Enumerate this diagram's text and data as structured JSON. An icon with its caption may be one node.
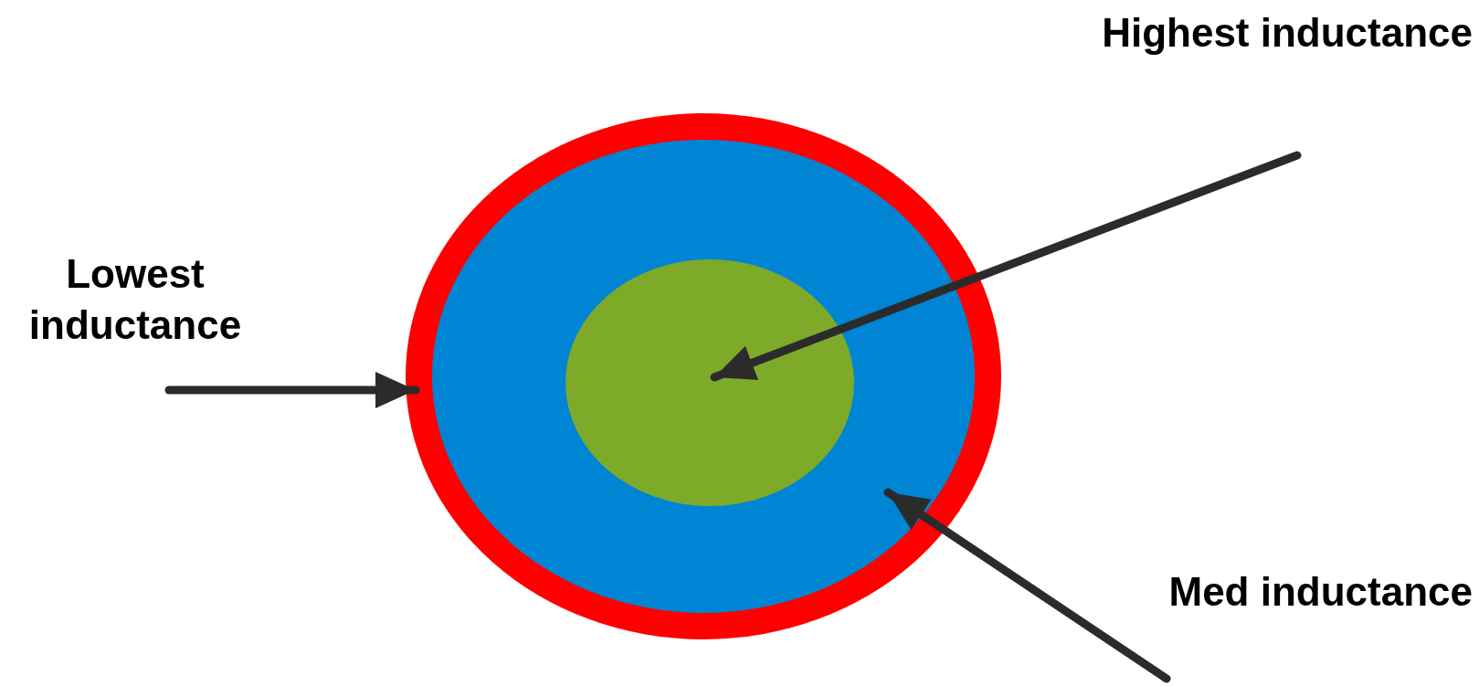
{
  "diagram": {
    "nodes": [
      {
        "text": [
          "Highest inductance"
        ]
      },
      {
        "text": [
          "Lowest inductance"
        ]
      },
      {
        "text": [],
        "shape": "circle"
      },
      {
        "text": [],
        "shape": "circle",
        "in": 2
      },
      {
        "text": [],
        "shape": "circle",
        "in": 3
      },
      {
        "text": [
          "Med inductance"
        ]
      }
    ],
    "edges": [
      {
        "from": 0,
        "to": 4,
        "arrow": "to"
      },
      {
        "from": 1,
        "to": 2,
        "arrow": "to"
      },
      {
        "from": 5,
        "to": 3,
        "arrow": "to"
      }
    ]
  }
}
